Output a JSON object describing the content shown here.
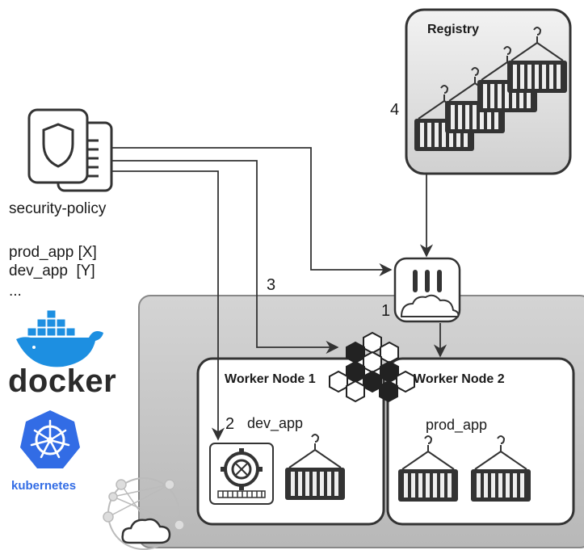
{
  "policy": {
    "title": "security-policy",
    "lines": [
      "prod_app [X]",
      "dev_app  [Y]",
      "..."
    ]
  },
  "registry": {
    "title": "Registry"
  },
  "steps": {
    "s1": "1",
    "s2": "2",
    "s3": "3",
    "s4": "4"
  },
  "nodes": {
    "node1": {
      "title": "Worker Node 1",
      "app": "dev_app"
    },
    "node2": {
      "title": "Worker Node 2",
      "app": "prod_app"
    }
  },
  "logos": {
    "docker": "docker",
    "kubernetes": "kubernetes"
  },
  "colors": {
    "docker_blue": "#1d8fe1",
    "kubernetes_blue": "#326ce5",
    "cluster_gray": "#c8c8c8",
    "node_bg": "#ffffff",
    "arrow": "#333333"
  }
}
